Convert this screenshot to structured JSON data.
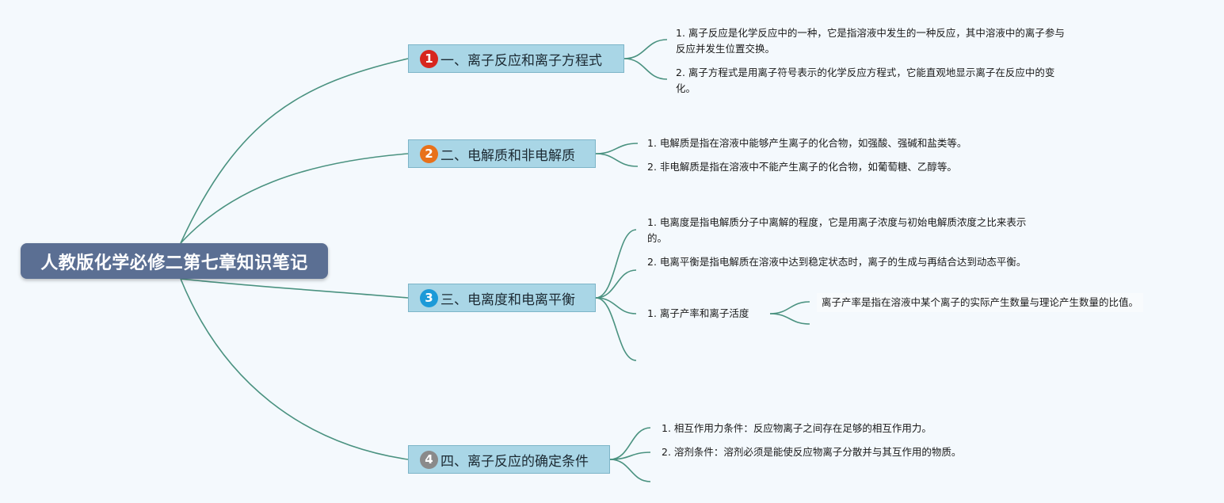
{
  "root": {
    "title": "人教版化学必修二第七章知识笔记"
  },
  "colors": {
    "root_bg": "#5b6f93",
    "branch_bg": "#a9d6e6",
    "line": "#4a9280",
    "badge_1": "#d7261e",
    "badge_2": "#e8711a",
    "badge_3": "#1b9ad8",
    "badge_4": "#8a8a8a"
  },
  "branches": [
    {
      "badge": "1",
      "label": "一、离子反应和离子方程式",
      "items": [
        "1. 离子反应是化学反应中的一种，它是指溶液中发生的一种反应，其中溶液中的离子参与反应并发生位置交换。",
        "2. 离子方程式是用离子符号表示的化学反应方程式，它能直观地显示离子在反应中的变化。"
      ]
    },
    {
      "badge": "2",
      "label": "二、电解质和非电解质",
      "items": [
        "1. 电解质是指在溶液中能够产生离子的化合物，如强酸、强碱和盐类等。",
        "2. 非电解质是指在溶液中不能产生离子的化合物，如葡萄糖、乙醇等。"
      ]
    },
    {
      "badge": "3",
      "label": "三、电离度和电离平衡",
      "items": [
        "1. 电离度是指电解质分子中离解的程度，它是用离子浓度与初始电解质浓度之比来表示的。",
        "2. 电离平衡是指电解质在溶液中达到稳定状态时，离子的生成与再结合达到动态平衡。",
        "1. 离子产率和离子活度"
      ],
      "sub_item": "离子产率是指在溶液中某个离子的实际产生数量与理论产生数量的比值。"
    },
    {
      "badge": "4",
      "label": "四、离子反应的确定条件",
      "items": [
        "1. 相互作用力条件：反应物离子之间存在足够的相互作用力。",
        "2. 溶剂条件：溶剂必须是能使反应物离子分散并与其互作用的物质。"
      ]
    }
  ]
}
